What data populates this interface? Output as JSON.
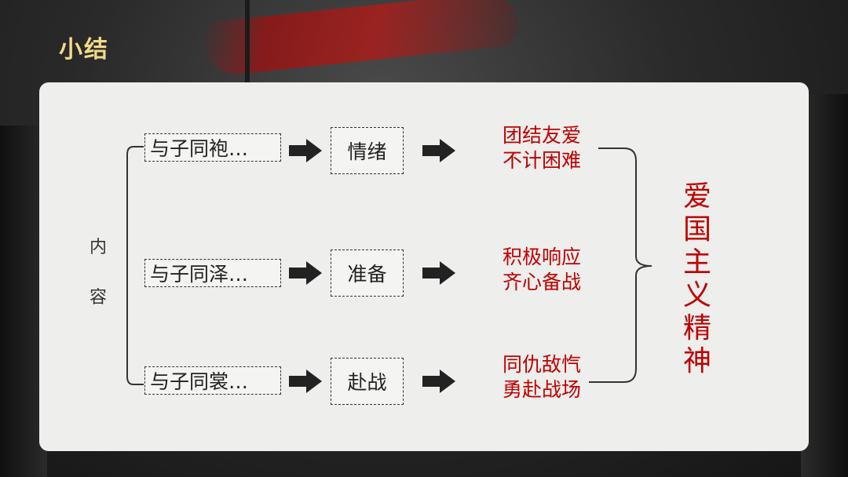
{
  "title": "小结",
  "side_label": [
    "内",
    "容"
  ],
  "rows": [
    {
      "source": "与子同袍…",
      "stage": "情绪",
      "result": [
        "团结友爱",
        "不计困难"
      ]
    },
    {
      "source": "与子同泽…",
      "stage": "准备",
      "result": [
        "积极响应",
        "齐心备战"
      ]
    },
    {
      "source": "与子同裳…",
      "stage": "赴战",
      "result": [
        "同仇敌忾",
        "勇赴战场"
      ]
    }
  ],
  "conclusion": [
    "爱",
    "国",
    "主",
    "义",
    "精",
    "神"
  ],
  "colors": {
    "accent_red": "#c00000",
    "title_gold": "#f3d98a",
    "panel": "#eeeeec"
  },
  "icons": [
    "right-arrow-icon",
    "left-brace-icon",
    "right-brace-icon"
  ]
}
